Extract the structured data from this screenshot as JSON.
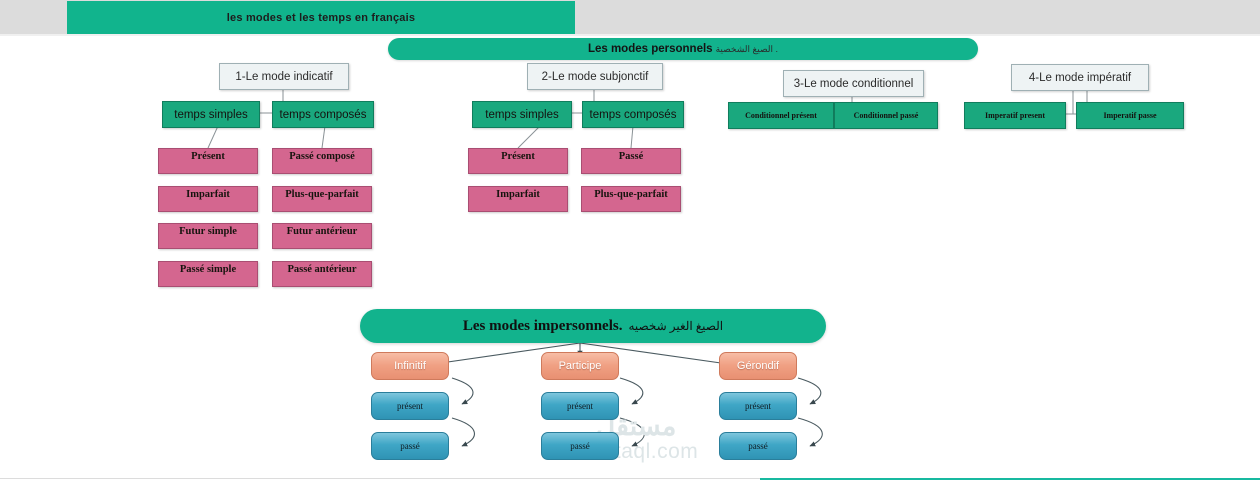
{
  "header": {
    "top_banner_title": "les modes et les temps en français"
  },
  "personnels": {
    "title_fr": "Les modes personnels",
    "title_ar": "الصيغ الشخصية .",
    "modes": [
      {
        "title": "1-Le mode indicatif",
        "columns": [
          {
            "label": "temps simples",
            "tenses": [
              "Présent",
              "Imparfait",
              "Futur simple",
              "Passé simple"
            ]
          },
          {
            "label": "temps composés",
            "tenses": [
              "Passé composé",
              "Plus-que-parfait",
              "Futur antérieur",
              "Passé antérieur"
            ]
          }
        ]
      },
      {
        "title": "2-Le  mode subjonctif",
        "columns": [
          {
            "label": "temps simples",
            "tenses": [
              "Présent",
              "Imparfait"
            ]
          },
          {
            "label": "temps composés",
            "tenses": [
              "Passé",
              "Plus-que-parfait"
            ]
          }
        ]
      },
      {
        "title": "3-Le mode conditionnel",
        "columns": [
          {
            "label": "Conditionnel présent",
            "tenses": []
          },
          {
            "label": "Conditionnel passé",
            "tenses": []
          }
        ]
      },
      {
        "title": "4-Le mode impératif",
        "columns": [
          {
            "label": "Imperatif present",
            "tenses": []
          },
          {
            "label": "Imperatif passe",
            "tenses": []
          }
        ]
      }
    ]
  },
  "impersonnels": {
    "title_fr": "Les modes impersonnels.",
    "title_ar": "الصيغ الغير شخصيه",
    "groups": [
      {
        "name": "Infinitif",
        "forms": [
          "présent",
          "passé"
        ]
      },
      {
        "name": "Participe",
        "forms": [
          "présent",
          "passé"
        ]
      },
      {
        "name": "Gérondif",
        "forms": [
          "présent",
          "passé"
        ]
      }
    ]
  },
  "watermark": {
    "arabic": "مستقل",
    "latin": "mostaql.com"
  },
  "colors": {
    "teal_banner": "#12b38d",
    "teal_box": "#1aa87e",
    "pink_box": "#d4668f",
    "salmon_box": "#f0a083",
    "blue_box": "#3fa6c6",
    "title_box": "#eef3f4",
    "footer_accent": "#18b9a0"
  }
}
